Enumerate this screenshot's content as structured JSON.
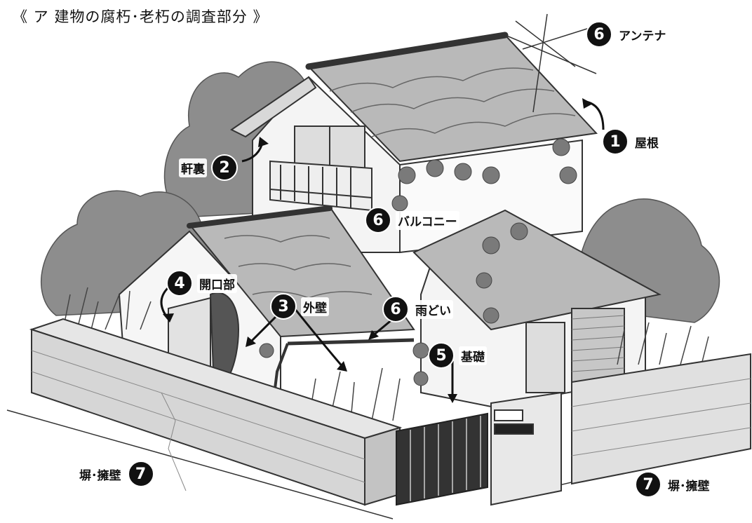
{
  "title": "《 ア 建物の腐朽･老朽の調査部分 》",
  "callouts": [
    {
      "num": "1",
      "label": "屋根"
    },
    {
      "num": "2",
      "label": "軒裏"
    },
    {
      "num": "3",
      "label": "外壁"
    },
    {
      "num": "4",
      "label": "開口部"
    },
    {
      "num": "5",
      "label": "基礎"
    },
    {
      "num": "6",
      "label": "アンテナ"
    },
    {
      "num": "6",
      "label": "バルコニー"
    },
    {
      "num": "6",
      "label": "雨どい"
    },
    {
      "num": "7",
      "label": "塀･擁壁"
    },
    {
      "num": "7",
      "label": "塀･擁壁"
    }
  ],
  "colors": {
    "badge": "#111111",
    "roof": "#b9b9b9",
    "wall": "#f4f4f4",
    "tree": "#8d8d8d",
    "wall_block": "#d6d6d6",
    "vine": "#7a7a7a"
  }
}
